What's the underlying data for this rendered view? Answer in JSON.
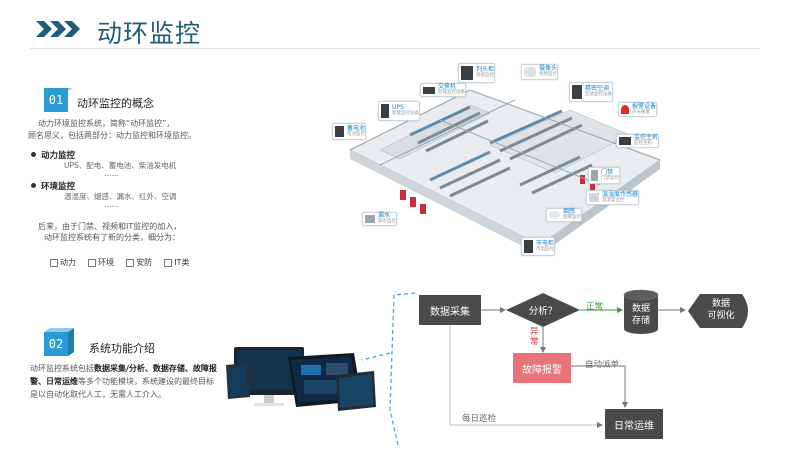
{
  "header": {
    "title": "动环监控"
  },
  "section1": {
    "number": "01",
    "heading": "动环监控的概念",
    "intro_line1": "动力环境监控系统，简称“动环监控”，",
    "intro_line2": "顾名思义，包括两部分：动力监控和环境监控。",
    "bullets": [
      {
        "title": "动力监控",
        "sub": "UPS、配电、蓄电池、柴油发电机",
        "more": "……"
      },
      {
        "title": "环境监控",
        "sub": "温湿度、烟感、漏水、红外、空调",
        "more": "……"
      }
    ],
    "later_line1": "后来，由于门禁、视频和IT监控的加入，",
    "later_line2": "动环监控系统有了新的分类，细分为：",
    "categories": [
      "动力",
      "环境",
      "安防",
      "IT类"
    ]
  },
  "diagram_callouts": [
    {
      "name": "列头柜",
      "sub": "智能监控"
    },
    {
      "name": "交换机",
      "sub": "智能监控设备"
    },
    {
      "name": "摄像头",
      "sub": "视频监控"
    },
    {
      "name": "精密空调",
      "sub": "空调监控设备"
    },
    {
      "name": "UPS",
      "sub": "智能监控设备"
    },
    {
      "name": "报警设备",
      "sub": "声光报警"
    },
    {
      "name": "蓄电池",
      "sub": "电池监控"
    },
    {
      "name": "监控主机",
      "sub": "监控主机"
    },
    {
      "name": "门禁",
      "sub": "门禁监控"
    },
    {
      "name": "温湿度传感器",
      "sub": "温湿度监控"
    },
    {
      "name": "烟感",
      "sub": "烟雾监控"
    },
    {
      "name": "漏水",
      "sub": "漏水监控"
    },
    {
      "name": "市电柜",
      "sub": "市电监控"
    }
  ],
  "section2": {
    "number": "02",
    "heading": "系统功能介绍",
    "p_a": "动环监控系统包括",
    "p_b": "数据采集/分析、数据存储、故",
    "p_c": "障报警、日常运维",
    "p_d": "等多个功能模块，系统建设的",
    "p_e": "最终目标是以自动化取代人工，无需人工介入。"
  },
  "flow": {
    "collect": "数据采集",
    "analyze": "分析？",
    "normal": "正常",
    "storage_l1": "数据",
    "storage_l2": "存储",
    "visual_l1": "数据",
    "visual_l2": "可视化",
    "abnormal_l1": "异",
    "abnormal_l2": "常",
    "alarm": "故障报警",
    "auto_dispatch": "自动派单",
    "daily_check": "每日巡检",
    "ops": "日常运维"
  },
  "colors": {
    "accent": "#2b9bd3",
    "title": "#1f5c7a",
    "node_dark": "#4a4a4a",
    "node_alarm": "#e8737a",
    "flow_green": "#3a9e3a",
    "flow_red": "#d9363e",
    "dash_blue": "#4ba8db"
  }
}
